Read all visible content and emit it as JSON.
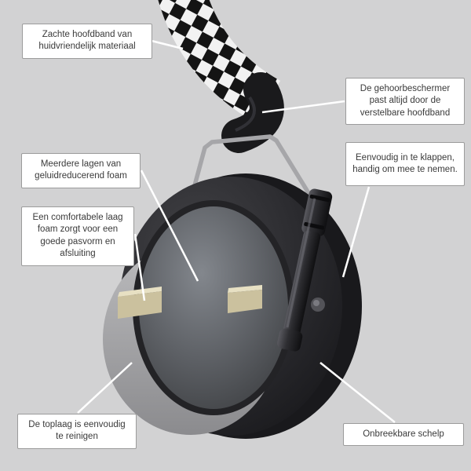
{
  "diagram": {
    "subject": "hearing-protector-earmuff-infographic",
    "language": "nl",
    "callouts": [
      {
        "id": "headband-material",
        "text": "Zachte hoofdband van huidvriendelijk materiaal"
      },
      {
        "id": "adjustable-headband",
        "text": "De gehoorbeschermer past altijd door de verstelbare hoofdband"
      },
      {
        "id": "foldable",
        "text": "Eenvoudig in te klappen, handig om mee te nemen."
      },
      {
        "id": "foam-layers",
        "text": "Meerdere lagen van geluidreducerend foam"
      },
      {
        "id": "comfort-foam",
        "text": "Een comfortabele laag foam zorgt voor een goede pasvorm en afsluiting"
      },
      {
        "id": "cleanable-top",
        "text": "De toplaag is eenvoudig te reinigen"
      },
      {
        "id": "unbreakable-shell",
        "text": "Onbreekbare schelp"
      }
    ],
    "colors": {
      "background": "#d2d2d3",
      "callout_bg": "#ffffff",
      "callout_border": "#9b9b9b",
      "callout_text": "#3a3a3a",
      "leader_line": "#ffffff",
      "shell": "#2a2a2e",
      "cushion": "#a5a5a8",
      "inner_foam": "#5d6065",
      "seal_foam": "#cbc19e",
      "wire": "#a6a6a9",
      "headband_check_dark": "#141414",
      "headband_check_light": "#f2f2f2"
    }
  }
}
